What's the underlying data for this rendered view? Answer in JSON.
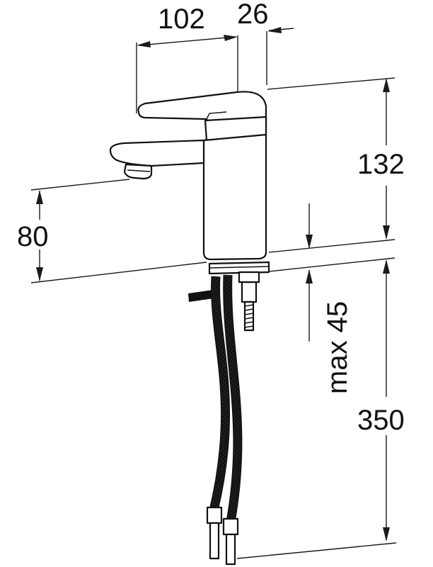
{
  "dimensions": {
    "spout_reach": "102",
    "lever_offset": "26",
    "body_height": "132",
    "spout_height": "80",
    "max_deck_thickness": "max 45",
    "hose_length": "350"
  },
  "colors": {
    "line": "#111111",
    "background": "#ffffff"
  }
}
